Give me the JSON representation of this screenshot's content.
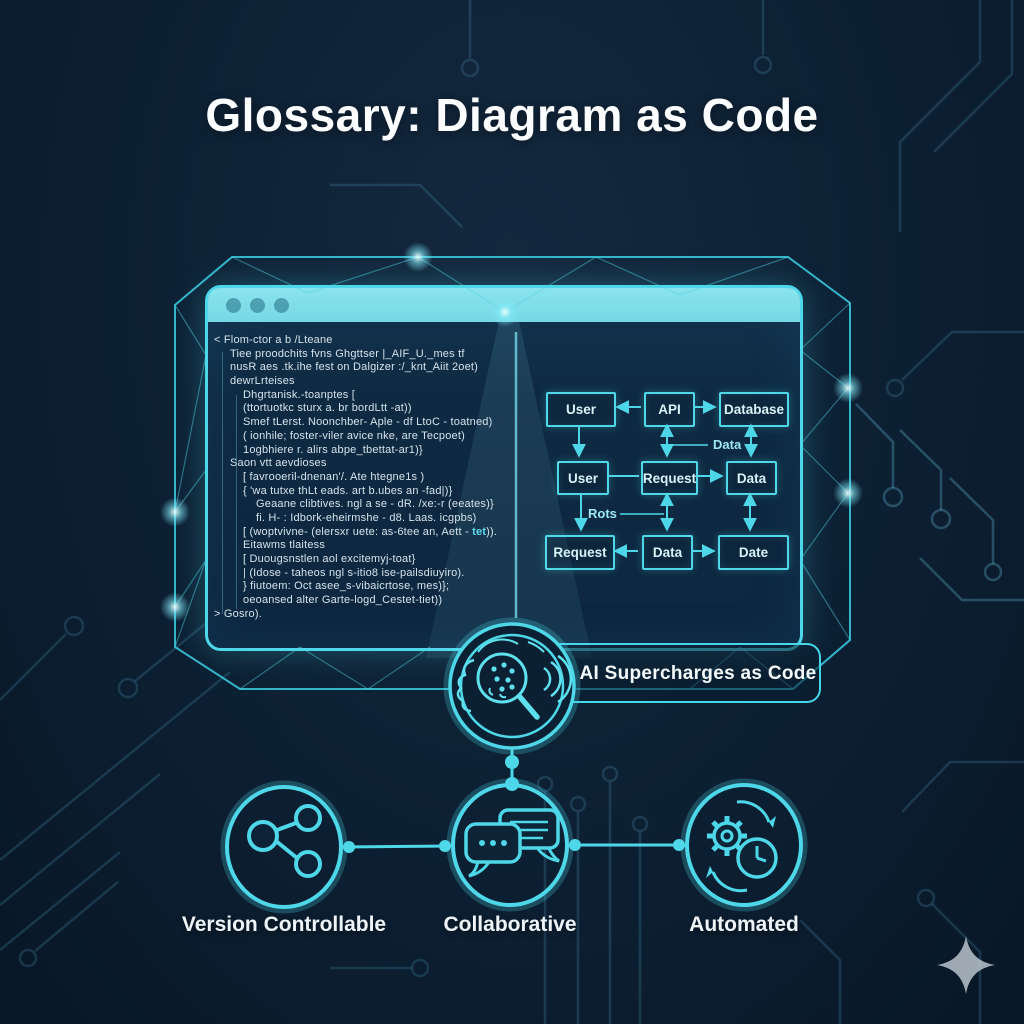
{
  "title": "Glossary: Diagram as Code",
  "browser_window": {
    "code_lines": [
      {
        "t": "<  Flom-ctor a b /Lteane",
        "i": 0
      },
      {
        "t": "Tiee proodchits fvns Ghgttser |_AIF_U._mes tf",
        "i": 1
      },
      {
        "t": "nusR aes .tk.ihe fest on Dalgizer :/_knt_Aiit 2oet)",
        "i": 1
      },
      {
        "t": "dewrLrteises",
        "i": 1
      },
      {
        "t": "Dhgrtanisk.-toanptes [",
        "i": 2
      },
      {
        "t": "(ttortuotkc sturx a. br bordLtt -at))",
        "i": 2
      },
      {
        "t": "Smef tLerst. Noonchber- Aple - df LtoC - toatned)",
        "i": 2
      },
      {
        "t": "( ionhile; foster-viler avice nke, are Tecpoet)",
        "i": 2
      },
      {
        "t": "1ogbhiere r. alirs abpe_tbettat-ar1)}",
        "i": 2
      },
      {
        "t": "Saon vtt aevdioses",
        "i": 1
      },
      {
        "t": "[ favrooeril-dnenan'/. Ate htegne1s )",
        "i": 2
      },
      {
        "t": "{ 'wa tutxe thLt eads. art b.ubes an -fad|)}",
        "i": 2
      },
      {
        "t": "Geaane clibtives. ngl a se - dR. /xe:-r (eeates)}",
        "i": 3
      },
      {
        "t": "fi. H- : Idbork-eheirmshe - d8. Laas. icgpbs)",
        "i": 3
      },
      {
        "t": "[ (woptvivne- (elersxr uete: as-6tee an, Aett - tet)).",
        "i": 2,
        "hl": "tet"
      },
      {
        "t": "Eitawms tlaitess",
        "i": 2
      },
      {
        "t": "[ Duougsnstlen aol excitemyj-toat}",
        "i": 2
      },
      {
        "t": "| (Idose - taheos ngl s-itio8 ise-pailsdiuyiro).",
        "i": 2
      },
      {
        "t": "} fiutoem: Oct asee_s-vibaicrtose, mes)};",
        "i": 2
      },
      {
        "t": "oeoansed alter Garte-logd_Cestet-tiet))",
        "i": 2
      },
      {
        "t": ">  Gosro).",
        "i": 0
      }
    ]
  },
  "flowchart": {
    "rows": [
      [
        "User",
        "API",
        "Database"
      ],
      [
        "User",
        "Request",
        "Data"
      ],
      [
        "Request",
        "Data",
        "Date"
      ]
    ],
    "edge_labels": {
      "data": "Data",
      "rots": "Rots"
    }
  },
  "ai_badge": {
    "label": "AI Supercharges as Code",
    "icon": "brain-magnifier-icon"
  },
  "features": [
    {
      "label": "Version Controllable",
      "icon": "git-branch-icon"
    },
    {
      "label": "Collaborative",
      "icon": "speech-bubbles-icon"
    },
    {
      "label": "Automated",
      "icon": "gear-clock-icon"
    }
  ],
  "decor": {
    "sparkle": "four-point-sparkle-icon"
  },
  "colors": {
    "accent": "#4dd7e8",
    "titlebar": "#7fdfe9",
    "background": "#0c2236",
    "text": "#f2f7fa",
    "code_highlight": "#5fd9ec"
  }
}
